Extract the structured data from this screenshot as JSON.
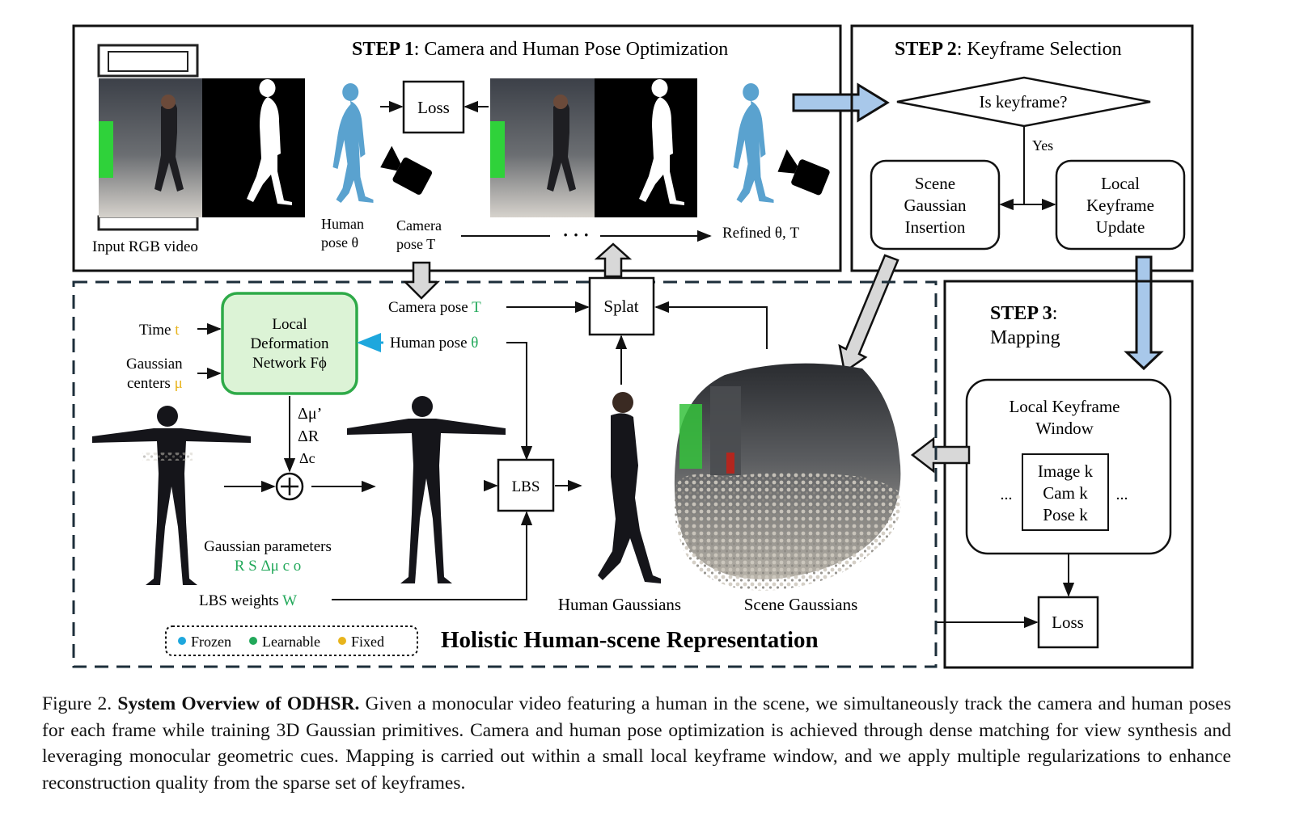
{
  "step1": {
    "title_bold": "STEP 1",
    "title_rest": ": Camera and  Human Pose Optimization",
    "input_label": "Input RGB video",
    "loss": "Loss",
    "human_pose_l1": "Human",
    "human_pose_l2": "pose θ",
    "camera_pose_l1": "Camera",
    "camera_pose_l2": "pose T",
    "dots": "· · ·",
    "refined": "Refined θ, T"
  },
  "step2": {
    "title_bold": "STEP 2",
    "title_rest": ": Keyframe Selection",
    "decision": "Is keyframe?",
    "yes": "Yes",
    "insertion_l1": "Scene",
    "insertion_l2": "Gaussian",
    "insertion_l3": "Insertion",
    "update_l1": "Local",
    "update_l2": "Keyframe",
    "update_l3": "Update"
  },
  "step3": {
    "title_bold": "STEP 3",
    "title_rest": ":",
    "title_l2": "Mapping",
    "window_l1": "Local  Keyframe",
    "window_l2": "Window",
    "image_k": "Image k",
    "cam_k": "Cam k",
    "pose_k": "Pose k",
    "ellipsis_left": "...",
    "ellipsis_right": "...",
    "loss": "Loss"
  },
  "holistic": {
    "time_label": "Time",
    "time_sym": "t",
    "centers_l1": "Gaussian",
    "centers_l2": "centers",
    "centers_sym": "μ",
    "ldn_l1": "Local",
    "ldn_l2": "Deformation",
    "ldn_l3": "Network Fϕ",
    "camera_pose_label": "Camera pose",
    "camera_pose_sym": "T",
    "human_pose_label": "Human pose",
    "human_pose_sym": "θ",
    "splat": "Splat",
    "delta_mu": "Δμ’",
    "delta_r": "ΔR",
    "delta_c": "Δc",
    "lbs": "LBS",
    "params_l1": "Gaussian parameters",
    "params_l2": "R S Δμ c o",
    "lbs_weights": "LBS weights",
    "lbs_weights_sym": "W",
    "human_gaussians": "Human Gaussians",
    "scene_gaussians": "Scene Gaussians",
    "title": "Holistic Human-scene Representation",
    "legend": [
      {
        "label": "Frozen",
        "color": "#1ea7dd"
      },
      {
        "label": "Learnable",
        "color": "#22a85a"
      },
      {
        "label": "Fixed",
        "color": "#e8b41c"
      }
    ]
  },
  "colors": {
    "learnable": "#22a85a",
    "fixed": "#e8b41c",
    "frozen": "#1ea7dd",
    "ldn_fill": "#dcf3d6",
    "ldn_stroke": "#2eaa48",
    "blue_arrow": "#a8c8ea"
  },
  "caption": {
    "prefix": "Figure 2. ",
    "bold": "System Overview of ODHSR.",
    "body": " Given a monocular video featuring a human in the scene, we simultaneously track the camera and human poses for each frame while training 3D Gaussian primitives. Camera and human pose optimization is achieved through dense matching for view synthesis and leveraging monocular geometric cues. Mapping is carried out within a small local keyframe window, and we apply multiple regularizations to enhance reconstruction quality from the sparse set of keyframes."
  }
}
